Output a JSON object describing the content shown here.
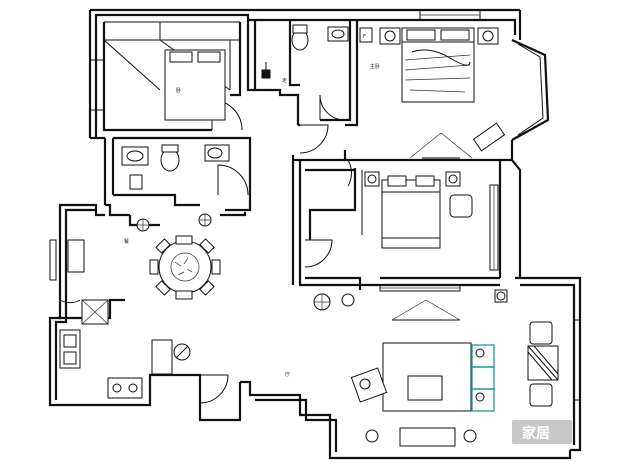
{
  "room_labels": {
    "bedroom_small": "卧",
    "master_bedroom": "主卧",
    "corridor": "走",
    "dining": "餐",
    "hall": "厅"
  },
  "watermark": {
    "text": "家居"
  }
}
